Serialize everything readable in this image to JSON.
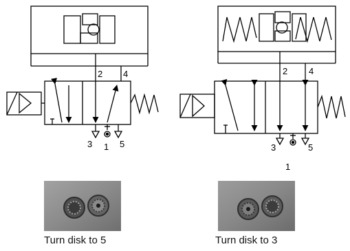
{
  "valves": [
    {
      "id": "left",
      "ports": {
        "outlet_a": "2",
        "outlet_b": "4",
        "exhaust_a": "3",
        "supply": "1",
        "exhaust_b": "5"
      },
      "caption": "Turn disk to 5",
      "actuator_icon": "solenoid-icon",
      "return_icon": "spring-icon",
      "disk_icon": "selector-disk-icon"
    },
    {
      "id": "right",
      "ports": {
        "outlet_a": "2",
        "outlet_b": "4",
        "exhaust_a": "3",
        "supply": "1",
        "exhaust_b": "5"
      },
      "caption": "Turn disk to 3",
      "actuator_icon": "solenoid-icon",
      "return_icon": "spring-icon",
      "disk_icon": "selector-disk-icon"
    }
  ]
}
